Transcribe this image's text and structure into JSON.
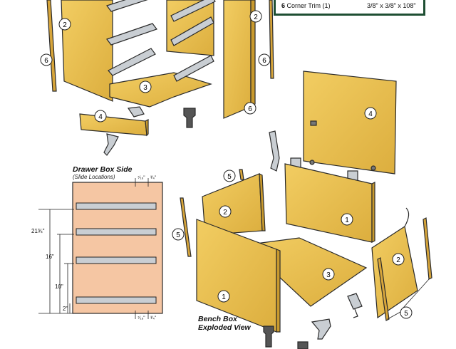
{
  "parts_list": {
    "row": {
      "number": "6",
      "name": "Corner Trim (1)",
      "dimensions": "3/8\" x 3/8\" x 108\""
    }
  },
  "drawer_side": {
    "title": "Drawer Box Side",
    "subtitle": "(Slide Locations)",
    "dims": {
      "total": "21¾\"",
      "d16": "16\"",
      "d10": "10\"",
      "d2": "2\"",
      "top_a": "⁷⁄₁₆\"",
      "top_b": "³⁄₄\"",
      "bot_a": "⁷⁄₁₆\"",
      "bot_b": "³⁄₄\""
    }
  },
  "bench": {
    "title_line1": "Bench Box",
    "title_line2": "Exploded View"
  },
  "callouts": [
    "1",
    "2",
    "3",
    "4",
    "5",
    "6"
  ],
  "colors": {
    "wood": "#e9c04e",
    "wood_dark": "#c99a2e",
    "panel_pink": "#f5c6a3",
    "hardware": "#c9ced3",
    "outline": "#2a2a2a",
    "box_border": "#1e4f33"
  }
}
